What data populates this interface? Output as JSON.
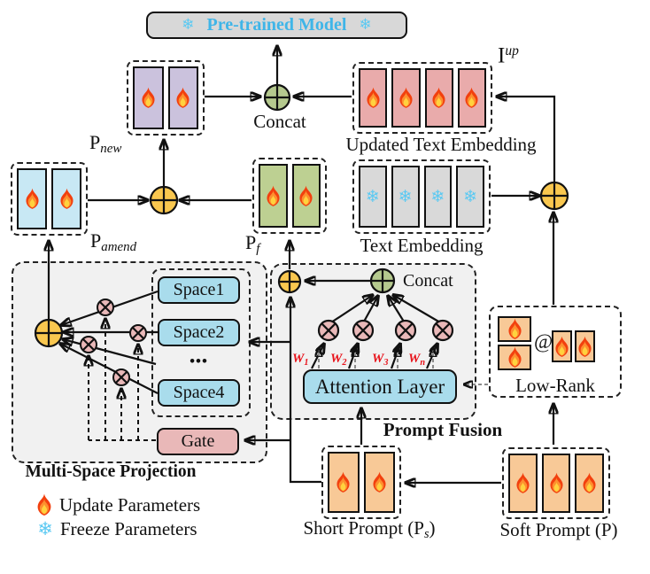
{
  "header": {
    "pretrained_model": "Pre-trained Model"
  },
  "nodes": {
    "concat_top": "Concat",
    "concat_fusion": "Concat",
    "updated_text_embedding": "Updated Text Embedding",
    "text_embedding": "Text Embedding",
    "space1": "Space1",
    "space2": "Space2",
    "space_dots": "•••",
    "space4": "Space4",
    "gate": "Gate",
    "attention_layer": "Attention Layer",
    "low_rank": "Low-Rank",
    "at_symbol": "@",
    "multi_space_projection": "Multi-Space Projection",
    "prompt_fusion": "Prompt Fusion"
  },
  "math_labels": {
    "p_new": {
      "base": "P",
      "sub": "new"
    },
    "p_amend": {
      "base": "P",
      "sub": "amend"
    },
    "p_f": {
      "base": "P",
      "sub": "f"
    },
    "i_up": {
      "base": "I",
      "sup": "up"
    },
    "w1": {
      "base": "W",
      "sub": "1"
    },
    "w2": {
      "base": "W",
      "sub": "2"
    },
    "w3": {
      "base": "W",
      "sub": "3"
    },
    "wn": {
      "base": "W",
      "sub": "n"
    },
    "short_prompt": {
      "pre": "Short Prompt (",
      "base": "P",
      "sub": "s",
      "post": ")"
    },
    "soft_prompt": {
      "pre": "Soft Prompt (",
      "base": "P",
      "post": ")"
    }
  },
  "legend": {
    "update": "Update Parameters",
    "freeze": "Freeze Parameters"
  },
  "cells": {
    "p_new": {
      "count": 2,
      "icon": "flame"
    },
    "updated_text_embedding": {
      "count": 4,
      "icon": "flame"
    },
    "p_amend": {
      "count": 2,
      "icon": "flame"
    },
    "p_f": {
      "count": 2,
      "icon": "flame"
    },
    "text_embedding": {
      "count": 4,
      "icon": "snowflake"
    },
    "short_prompt": {
      "count": 2,
      "icon": "flame"
    },
    "soft_prompt": {
      "count": 3,
      "icon": "flame"
    },
    "low_rank_left": {
      "count": 2,
      "icon": "flame"
    },
    "low_rank_right": {
      "count": 2,
      "icon": "flame"
    }
  },
  "icons": {
    "snowflake_glyph": "❄"
  },
  "colors": {
    "title_text": "#3fb5e8",
    "flame_outer": "#f2400e",
    "flame_mid": "#fd8f2f",
    "flame_inner": "#ffd23e",
    "snowflake": "#5bc9f2",
    "sum_node": "#f9c74f",
    "concat_node": "#b5c98e",
    "multiply_node": "#e9b8b8",
    "w_label": "#e8121a",
    "panel_fill": "#f1f1f1"
  }
}
